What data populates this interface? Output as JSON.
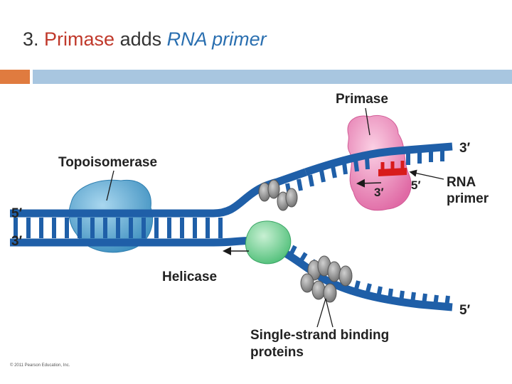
{
  "slide": {
    "title_prefix": "3. ",
    "title_primase": "Primase",
    "title_middle": " adds ",
    "title_rna": "RNA primer"
  },
  "diagram": {
    "labels": {
      "primase": "Primase",
      "topoisomerase": "Topoisomerase",
      "helicase": "Helicase",
      "rna_line1": "RNA",
      "rna_line2": "primer",
      "ssb_line1": "Single-strand binding",
      "ssb_line2": "proteins"
    },
    "strand_ends": {
      "left_top": "5′",
      "left_bottom": "3′",
      "upper_right": "3′",
      "primer_3": "3′",
      "primer_5": "5′",
      "lower_right": "5′"
    }
  },
  "footer": {
    "copyright": "© 2011 Pearson Education, Inc."
  },
  "colors": {
    "strand": "#1f5fa8",
    "strand_light": "#5a9ad6",
    "primase": "#e889b8",
    "topoisomerase": "#5aa7cf",
    "helicase": "#7fd39a",
    "ssb": "#8a8a8a",
    "primer": "#d81b1b",
    "accent_orange": "#e07b3f",
    "accent_blue": "#a8c6e0"
  }
}
